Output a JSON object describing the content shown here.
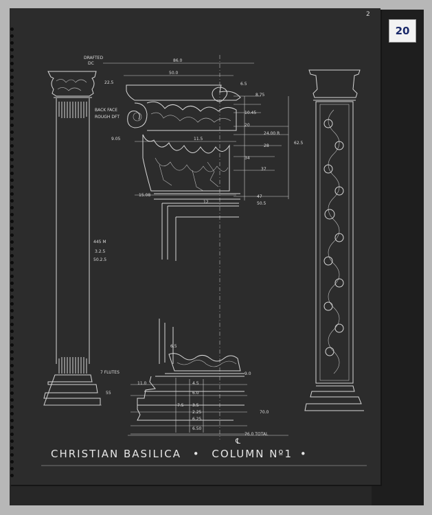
{
  "sheet": {
    "plate_number": "20",
    "sheet_number": "2",
    "title": "CHRISTIAN BASILICA",
    "separator": "•",
    "subtitle": "COLUMN Nº1",
    "end_mark": "•"
  },
  "annotations": {
    "drafted": "DRAFTED",
    "drafted_sub": "DC",
    "back_face": "BACK FACE",
    "rough_dft": "ROUGH DFT",
    "flutes": "7 FLUTES",
    "height_main": "445 M",
    "height_sub1": "3.2.5",
    "height_sub2": "50.2.5",
    "base_height": "55",
    "overall_width": "86.0",
    "inner_width": "50.0",
    "abacus": "22.5",
    "volute": "6.5",
    "dim_a": "8.75",
    "dim_b": "10.45",
    "dim_c": "20",
    "dim_d": "24.00 R",
    "dim_e": "28",
    "dim_f": "34",
    "dim_g": "37",
    "cap_height": "62.5",
    "dim_h": "9.05",
    "dim_i": "11.5",
    "dim_j": "15.08",
    "dim_k": "12",
    "dim_l": "47",
    "dim_m": "50.5",
    "base_a": "6.5",
    "base_b": "11.0",
    "base_c": "4.5",
    "base_d": "9.0",
    "base_e": "6.0",
    "base_f": "7.5",
    "base_g": "3.5",
    "base_h": "2.25",
    "base_i": "6.25",
    "base_j": "6.50",
    "base_k": "70.0",
    "base_l": "76.0",
    "base_total": "76.0 TOTAL",
    "centerline": "℄"
  }
}
